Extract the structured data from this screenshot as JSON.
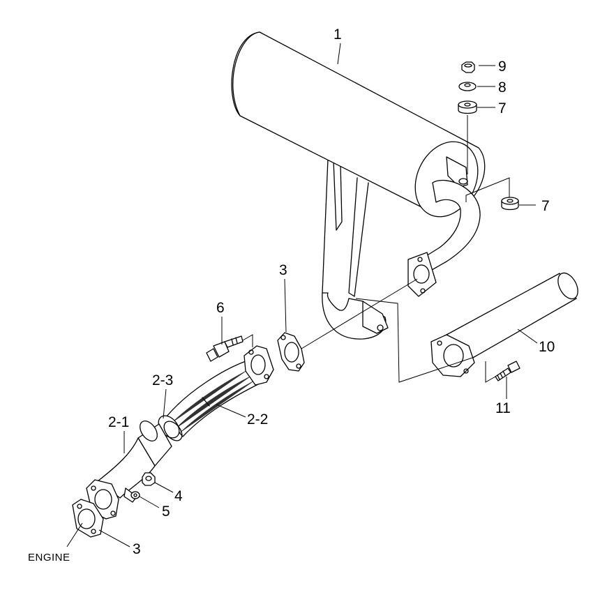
{
  "callouts": {
    "muffler": "1",
    "exhaust_pipe_front": "2-1",
    "flex_pipe": "2-2",
    "band_clamp": "2-3",
    "gasket_rear": "3",
    "gasket_engine": "3",
    "nut": "4",
    "washer_small": "5",
    "bolt_flange": "6",
    "rubber_mount_top": "7",
    "rubber_mount_side": "7",
    "washer_plain": "8",
    "nut_top": "9",
    "tail_pipe": "10",
    "bolt_tail": "11"
  },
  "engine_label": "ENGINE"
}
